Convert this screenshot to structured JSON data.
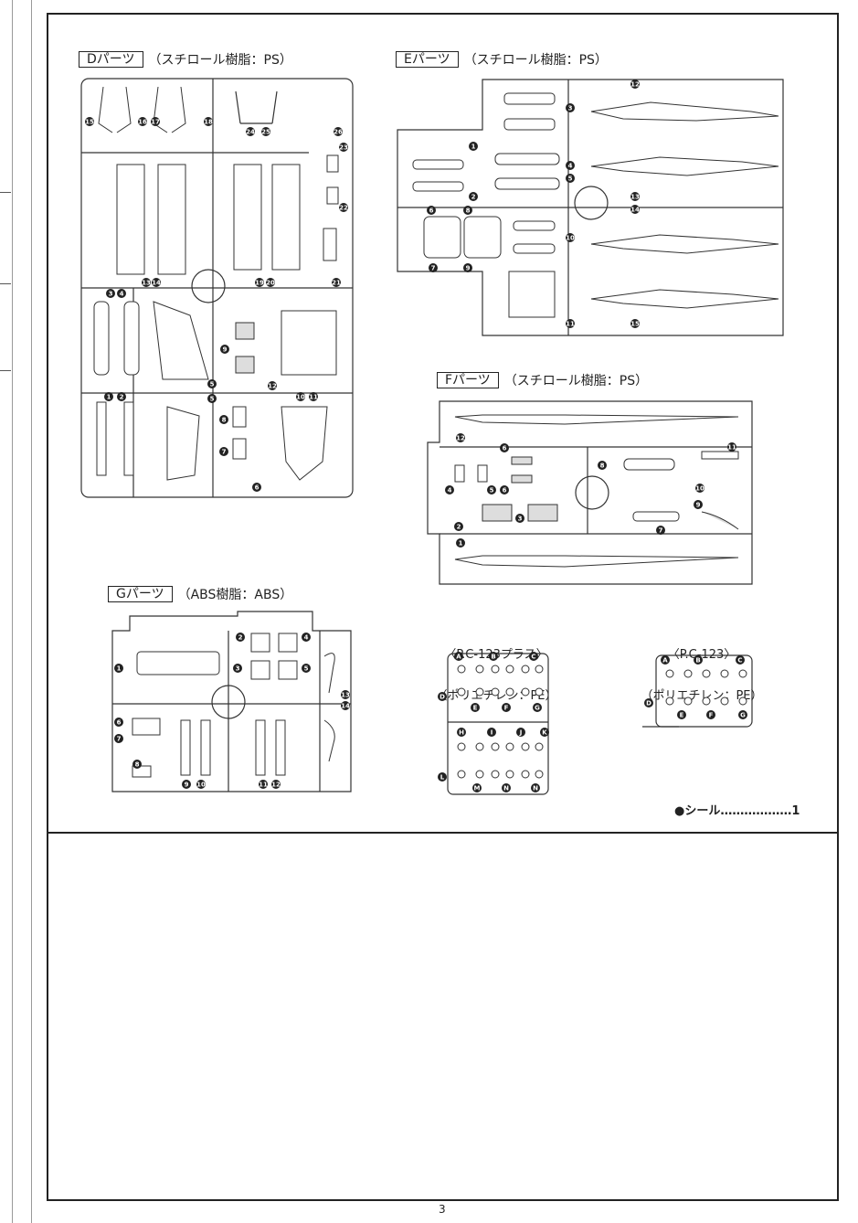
{
  "headers": {
    "d": {
      "label": "Dパーツ",
      "material": "（スチロール樹脂：PS）"
    },
    "e": {
      "label": "Eパーツ",
      "material": "（スチロール樹脂：PS）"
    },
    "f": {
      "label": "Fパーツ",
      "material": "（スチロール樹脂：PS）"
    },
    "g": {
      "label": "Gパーツ",
      "material": "（ABS樹脂：ABS）"
    }
  },
  "pc_sets": {
    "plus": {
      "name": "〈P.C-123プラス〉",
      "material": "（ポリエチレン：PE）"
    },
    "std": {
      "name": "〈P.C-123〉",
      "material": "（ポリエチレン：PE）"
    }
  },
  "seal": "●シール………………1",
  "page_number": "3",
  "numbers": {
    "d": [
      "15",
      "16",
      "17",
      "18",
      "24",
      "25",
      "26",
      "23",
      "22",
      "13",
      "14",
      "19",
      "20",
      "21",
      "3",
      "4",
      "5",
      "9",
      "12",
      "1",
      "2",
      "5",
      "8",
      "7",
      "10",
      "11",
      "6"
    ],
    "e": [
      "12",
      "3",
      "1",
      "4",
      "5",
      "2",
      "13",
      "14",
      "6",
      "8",
      "10",
      "7",
      "9",
      "11",
      "15"
    ],
    "f": [
      "12",
      "6",
      "8",
      "11",
      "4",
      "5",
      "6",
      "3",
      "2",
      "10",
      "9",
      "7",
      "1"
    ],
    "g": [
      "2",
      "4",
      "1",
      "3",
      "5",
      "13",
      "14",
      "6",
      "7",
      "8",
      "9",
      "10",
      "11",
      "12"
    ],
    "pc_plus": [
      "A",
      "B",
      "C",
      "D",
      "E",
      "F",
      "G",
      "H",
      "I",
      "J",
      "K",
      "L",
      "M",
      "N",
      "N"
    ],
    "pc_std": [
      "A",
      "B",
      "C",
      "D",
      "E",
      "F",
      "G"
    ]
  }
}
